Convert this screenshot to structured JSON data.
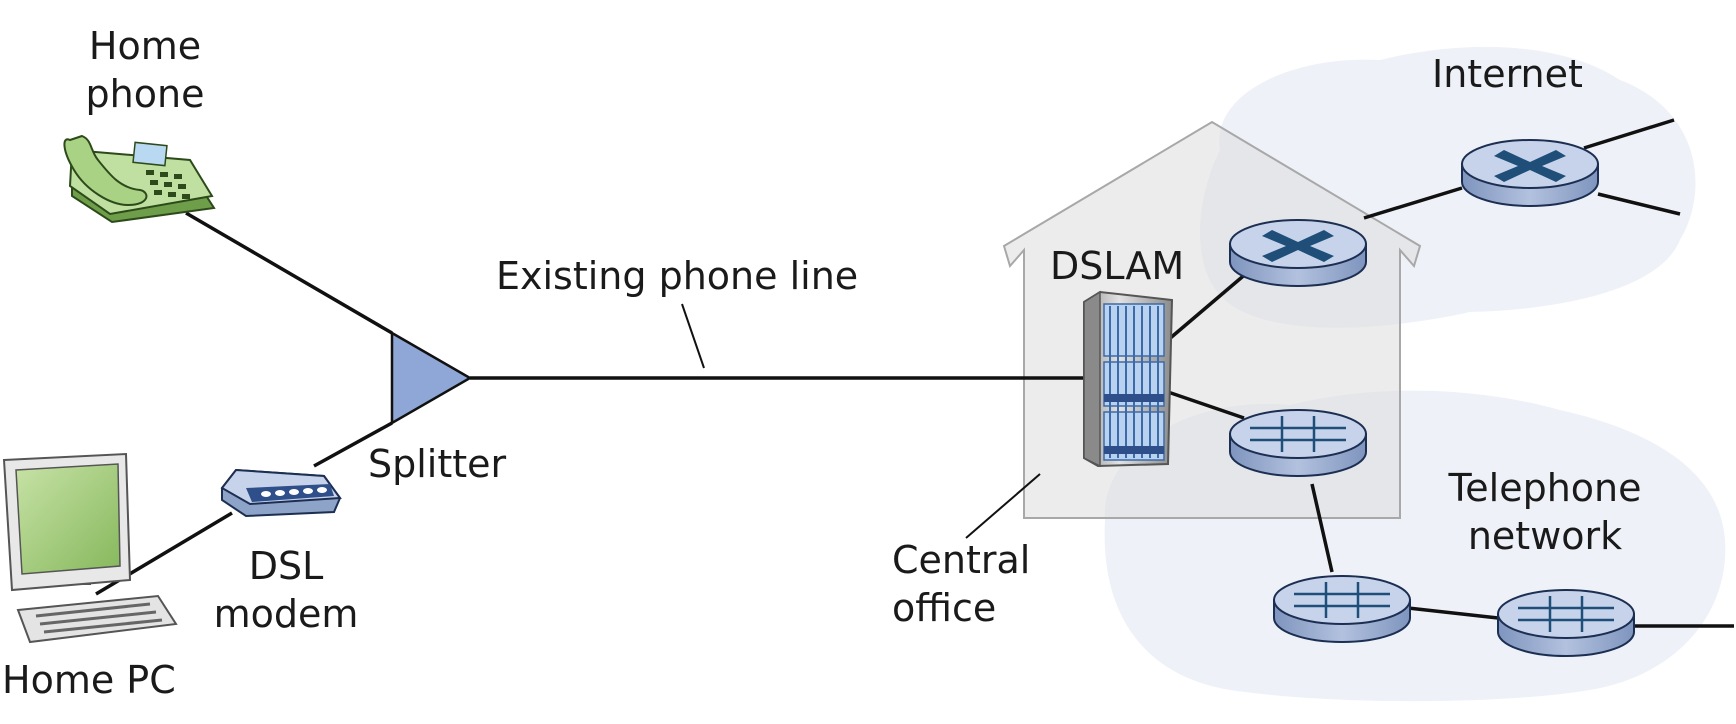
{
  "labels": {
    "home_phone": [
      "Home",
      "phone"
    ],
    "home_pc": "Home PC",
    "dsl_modem": [
      "DSL",
      "modem"
    ],
    "splitter": "Splitter",
    "phone_line": "Existing phone line",
    "dslam": "DSLAM",
    "central_office": [
      "Central",
      "office"
    ],
    "internet": "Internet",
    "telephone_network": [
      "Telephone",
      "network"
    ]
  },
  "colors": {
    "line": "#111111",
    "cloud": "#eef2f8",
    "central_office_fill": "#e6e6e6",
    "splitter": "#8ea7d6",
    "router_top": "#c7d3ea",
    "router_side": "#8ea3c8",
    "router_mark": "#1f4e79",
    "phone_body": "#bfe0a0",
    "monitor_screen": "#9cc870"
  }
}
